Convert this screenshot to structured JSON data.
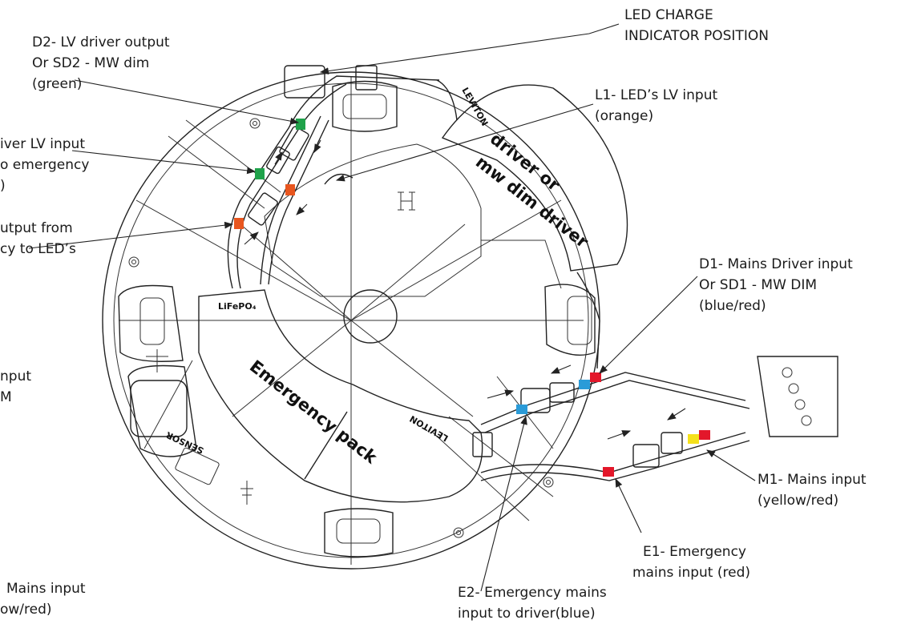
{
  "labels": {
    "led_charge_1": "LED CHARGE",
    "led_charge_2": "INDICATOR POSITION",
    "d2_1": "D2- LV driver output",
    "d2_2": "Or SD2 - MW dim",
    "d2_3": "(green)",
    "l1_1": "L1-  LED’s LV  input",
    "l1_2": "(orange)",
    "lv_in_1": "iver LV input",
    "lv_in_2": "o emergency",
    "lv_in_3": ")",
    "out_1": "utput from",
    "out_2": "cy to LED’s",
    "d1_1": "D1- Mains Driver input",
    "d1_2": "Or SD1 - MW DIM",
    "d1_3": "(blue/red)",
    "left_in_1": "nput",
    "left_in_2": "M",
    "m1_1": "M1- Mains input",
    "m1_2": "(yellow/red)",
    "e1_1": "E1- Emergency",
    "e1_2": "mains input (red)",
    "e2_1": "E2- Emergency mains",
    "e2_2": "input to driver(blue)",
    "mains_left_1": "Mains input",
    "mains_left_2": "ow/red)"
  },
  "device_text": {
    "driver_1": "driver or",
    "driver_2": "mw dim driver",
    "emergency": "Emergency pack",
    "battery": "LiFePO₄",
    "sensor": "SENSOR",
    "leviton": "LEVITON"
  },
  "colors": {
    "green": "#1fa24a",
    "orange": "#e8561f",
    "blue": "#2a9bd8",
    "red": "#e3172a",
    "yellow": "#f5e11b"
  }
}
